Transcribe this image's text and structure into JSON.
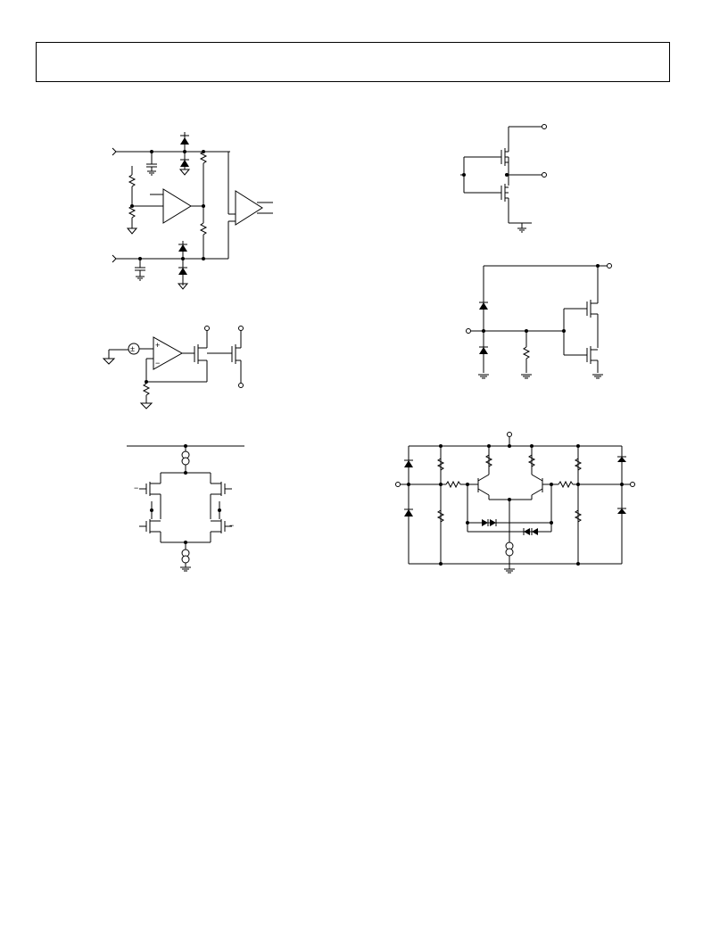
{
  "header": {
    "text": ""
  },
  "figures": [
    {
      "id": "input-protection-and-comparator"
    },
    {
      "id": "cmos-output-stage"
    },
    {
      "id": "op-amp-mosfet-driver"
    },
    {
      "id": "diode-clamped-input-stage"
    },
    {
      "id": "complementary-mosfet-bridge"
    },
    {
      "id": "bipolar-differential-input-stage"
    }
  ],
  "labels": {
    "pos_sign": "+",
    "neg_sign": "−",
    "pm_sign": "±"
  }
}
